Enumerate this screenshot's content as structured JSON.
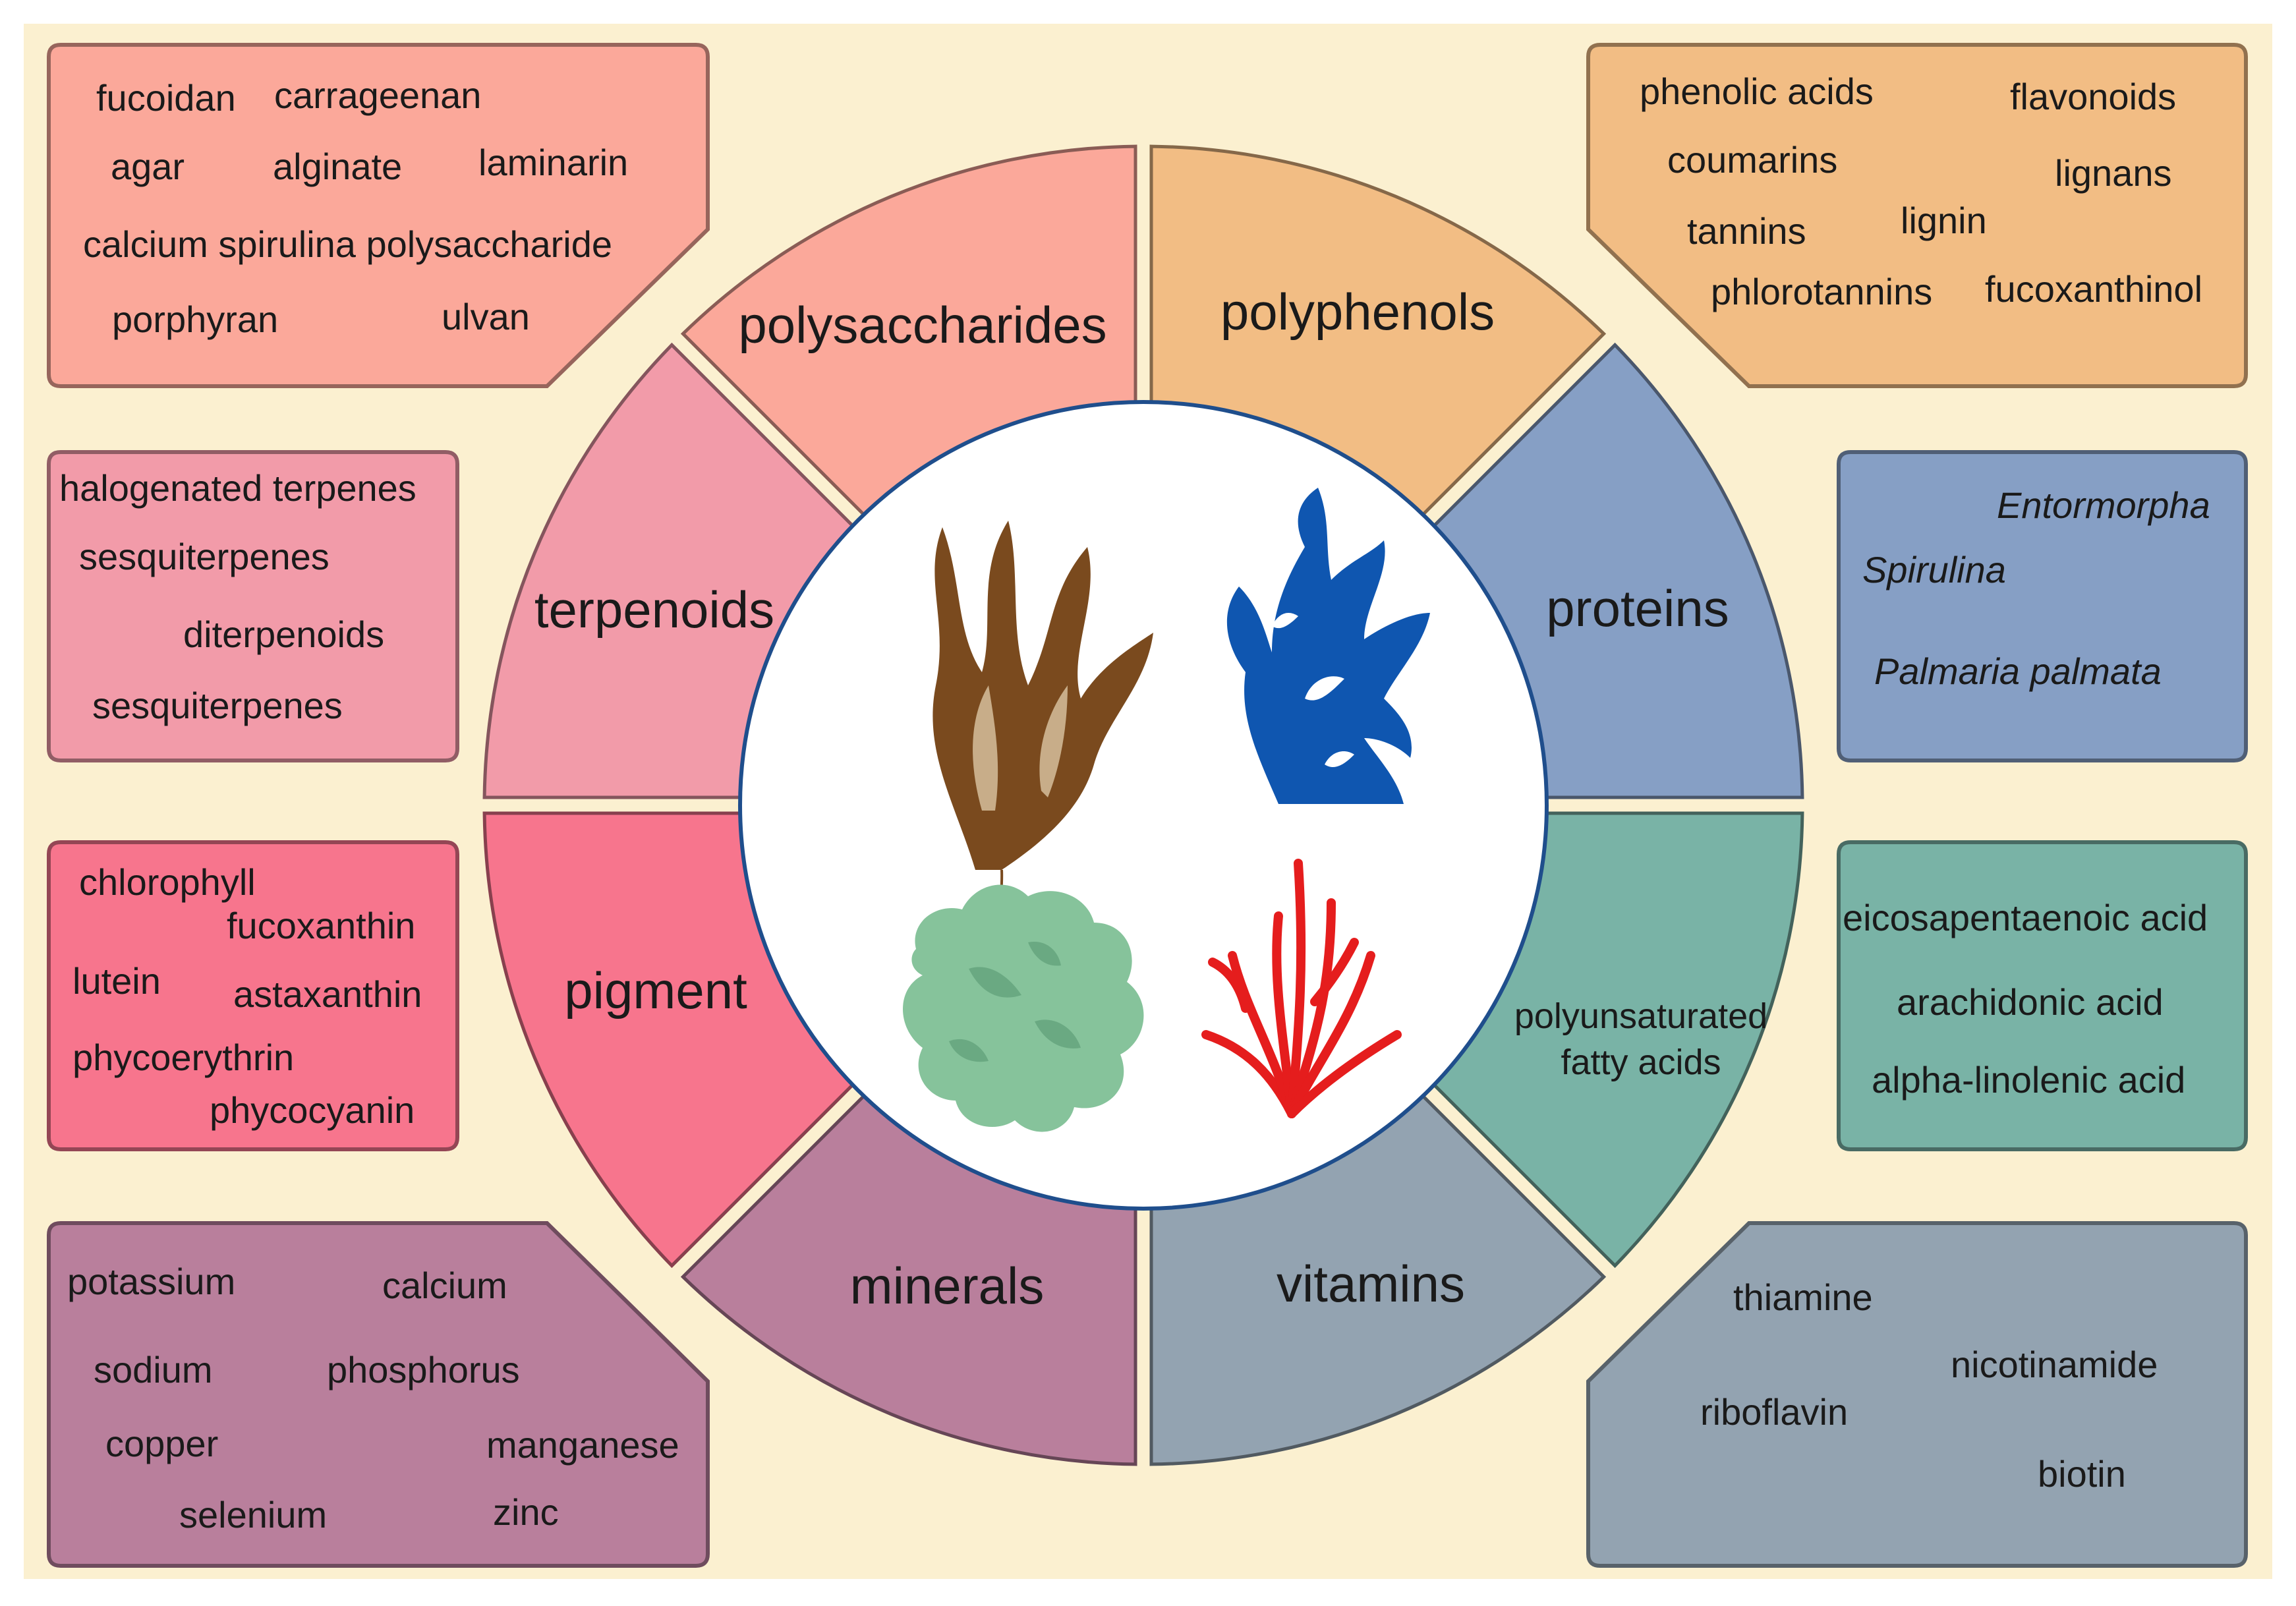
{
  "colors": {
    "background": "#fbf0d0",
    "polysaccharides": "#fba89a",
    "polyphenols": "#f2bd84",
    "proteins": "#869fc5",
    "fatty_acids": "#79b3a6",
    "vitamins": "#93a3b1",
    "minerals": "#b97f9c",
    "pigment": "#f7758d",
    "terpenoids": "#f29ba9",
    "center": "#ffffff",
    "center_border": "#1f4e8c",
    "brown_algae": "#7a4a1e",
    "blue_algae": "#0f56b0",
    "green_algae": "#86c39b",
    "red_algae": "#e51d1d"
  },
  "segments": [
    {
      "key": "polysaccharides",
      "lines": [
        "polysaccharides"
      ]
    },
    {
      "key": "polyphenols",
      "lines": [
        "polyphenols"
      ]
    },
    {
      "key": "proteins",
      "lines": [
        "proteins"
      ]
    },
    {
      "key": "fatty_acids",
      "lines": [
        "polyunsaturated",
        "fatty acids"
      ]
    },
    {
      "key": "vitamins",
      "lines": [
        "vitamins"
      ]
    },
    {
      "key": "minerals",
      "lines": [
        "minerals"
      ]
    },
    {
      "key": "pigment",
      "lines": [
        "pigment"
      ]
    },
    {
      "key": "terpenoids",
      "lines": [
        "terpenoids"
      ]
    }
  ],
  "boxes": {
    "polysaccharides": [
      "fucoidan",
      "carrageenan",
      "agar",
      "alginate",
      "laminarin",
      "calcium spirulina polysaccharide",
      "porphyran",
      "ulvan"
    ],
    "polyphenols": [
      "phenolic acids",
      "flavonoids",
      "coumarins",
      "lignans",
      "tannins",
      "lignin",
      "phlorotannins",
      "fucoxanthinol"
    ],
    "proteins": [
      "Entormorpha",
      "Spirulina",
      "Palmaria palmata"
    ],
    "fatty_acids": [
      "eicosapentaenoic acid",
      "arachidonic acid",
      "alpha-linolenic acid"
    ],
    "vitamins": [
      "thiamine",
      "nicotinamide",
      "riboflavin",
      "biotin"
    ],
    "minerals": [
      "potassium",
      "calcium",
      "sodium",
      "phosphorus",
      "copper",
      "manganese",
      "selenium",
      "zinc"
    ],
    "pigment": [
      "chlorophyll",
      "fucoxanthin",
      "lutein",
      "astaxanthin",
      "phycoerythrin",
      "phycocyanin"
    ],
    "terpenoids": [
      "halogenated terpenes",
      "sesquiterpenes",
      "diterpenoids",
      "sesquiterpenes"
    ]
  },
  "algae_icons": [
    "brown-seaweed-icon",
    "blue-seaweed-icon",
    "green-seaweed-icon",
    "red-seaweed-icon"
  ]
}
